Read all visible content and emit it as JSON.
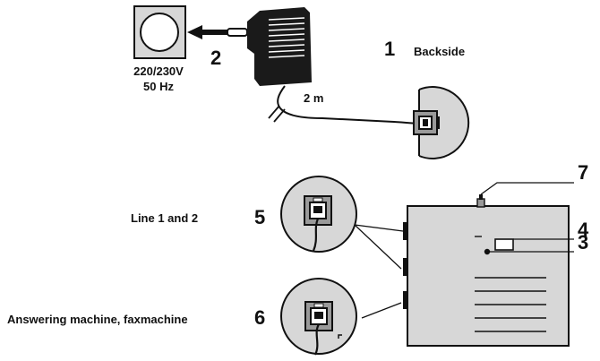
{
  "labels": {
    "backside": "Backside",
    "voltage": "220/230V",
    "frequency": "50 Hz",
    "cable_length": "2 m",
    "line_1_and_2": "Line 1 and 2",
    "answering_machine": "Answering machine, faxmachine"
  },
  "callouts": {
    "n1": "1",
    "n2": "2",
    "n3": "3",
    "n4": "4",
    "n5": "5",
    "n6": "6",
    "n7": "7"
  },
  "colors": {
    "ink": "#111111",
    "fill_grey": "#d7d7d7",
    "jack_grey": "#9a9a9a",
    "adapter_black": "#1a1a1a"
  }
}
